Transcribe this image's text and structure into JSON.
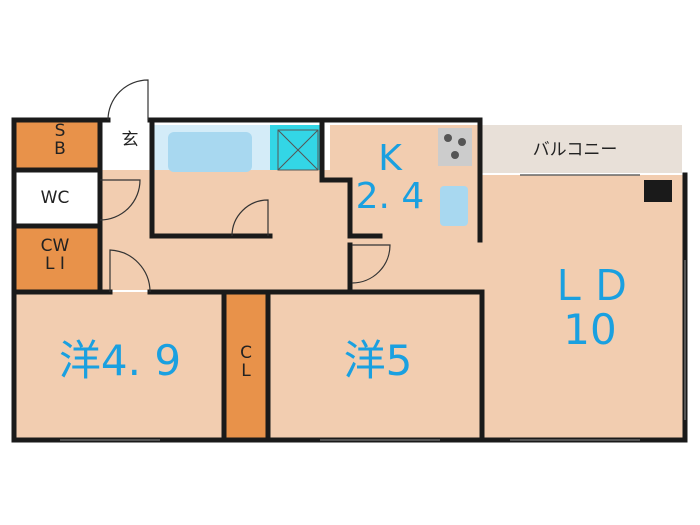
{
  "colors": {
    "wall": "#1a1a1a",
    "room_fill": "#f2cdb0",
    "storage_fill": "#e8924a",
    "bath_fill": "#d4ecf8",
    "bath_tub": "#a8d8f0",
    "washer_fill": "#33d6e6",
    "balcony_fill": "#e8e0d8",
    "hall_fill": "#ffffff",
    "label_blue": "#1aa0e0",
    "label_dark": "#222222"
  },
  "rooms": {
    "sb": "S\nB",
    "entrance": "玄",
    "wc": "WC",
    "cwl": "CW\nL I",
    "kitchen": "K\n2. 4",
    "balcony": "バルコニー",
    "ld": "ＬＤ\n10",
    "western1": "洋4. 9",
    "cl": "C\nL",
    "western2": "洋5"
  }
}
